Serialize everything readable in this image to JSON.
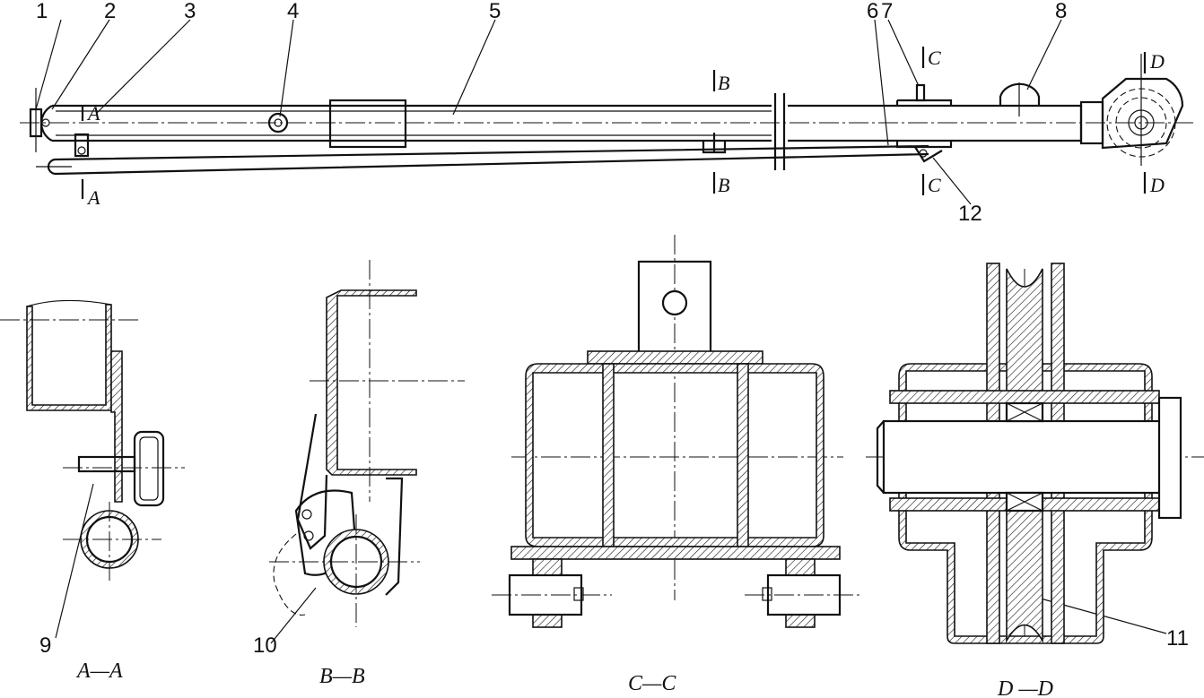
{
  "callouts": [
    "1",
    "2",
    "3",
    "4",
    "5",
    "6",
    "7",
    "8",
    "9",
    "10",
    "11",
    "12"
  ],
  "section_marks": {
    "a_top": "A",
    "a_bottom": "A",
    "b_top": "B",
    "b_bottom": "B",
    "c_top": "C",
    "c_bottom": "C",
    "d_top": "D",
    "d_bottom": "D"
  },
  "captions": {
    "aa": "A—A",
    "bb": "B—B",
    "cc": "C—C",
    "dd": "D —D"
  }
}
